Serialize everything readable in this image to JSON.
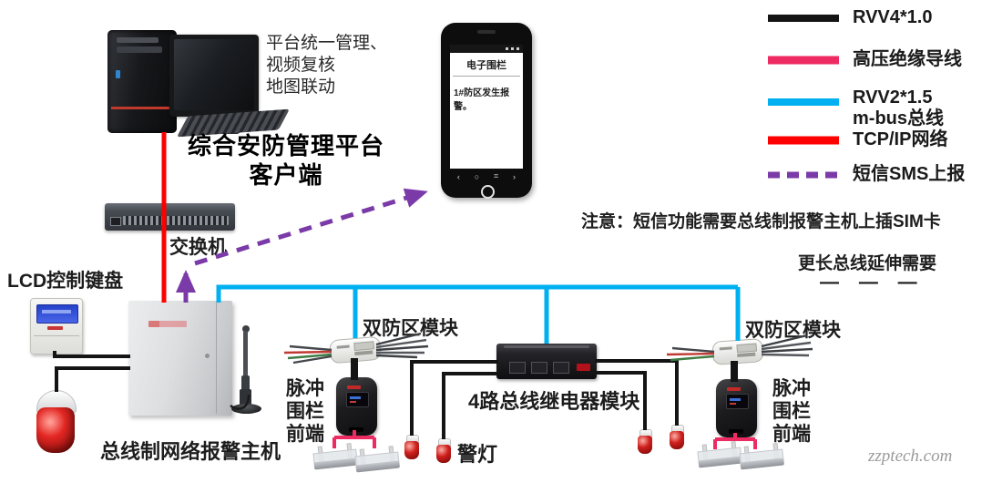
{
  "colors": {
    "rvv4_black": "#141414",
    "hv_pink": "#ee2a62",
    "bus_cyan": "#00b0f0",
    "tcpip_red": "#fe0000",
    "sms_purple": "#7a3aa8"
  },
  "legend": {
    "items": [
      {
        "label": "RVV4*1.0"
      },
      {
        "label": "高压绝缘导线"
      },
      {
        "label": "RVV2*1.5",
        "label2": "m-bus总线"
      },
      {
        "label": "TCP/IP网络"
      },
      {
        "label": "短信SMS上报"
      }
    ]
  },
  "notes": {
    "sim_note": "注意：短信功能需要总线制报警主机上插SIM卡",
    "extension_note": "更长总线延伸需要",
    "extension_dashes": "— — —"
  },
  "computer": {
    "feature_lines": [
      "平台统一管理、",
      "视频复核",
      "地图联动"
    ],
    "title_line1": "综合安防管理平台",
    "title_line2": "客户端"
  },
  "phone": {
    "app_title": "电子围栏",
    "message": "1#防区发生报警。",
    "nav": {
      "back": "‹",
      "home": "○",
      "recent": "⌗",
      "forward": "›"
    }
  },
  "devices": {
    "switch_label": "交换机",
    "lcd_keyboard_label": "LCD控制键盘",
    "alarm_host_label": "总线制网络报警主机",
    "dual_zone_left_label": "双防区模块",
    "dual_zone_right_label": "双防区模块",
    "pulse_fence_left_label": "脉冲围栏前端",
    "pulse_fence_right_label": "脉冲围栏前端",
    "relay_label": "4路总线继电器模块",
    "alarm_light_label": "警灯"
  },
  "watermark": "zzptech.com"
}
